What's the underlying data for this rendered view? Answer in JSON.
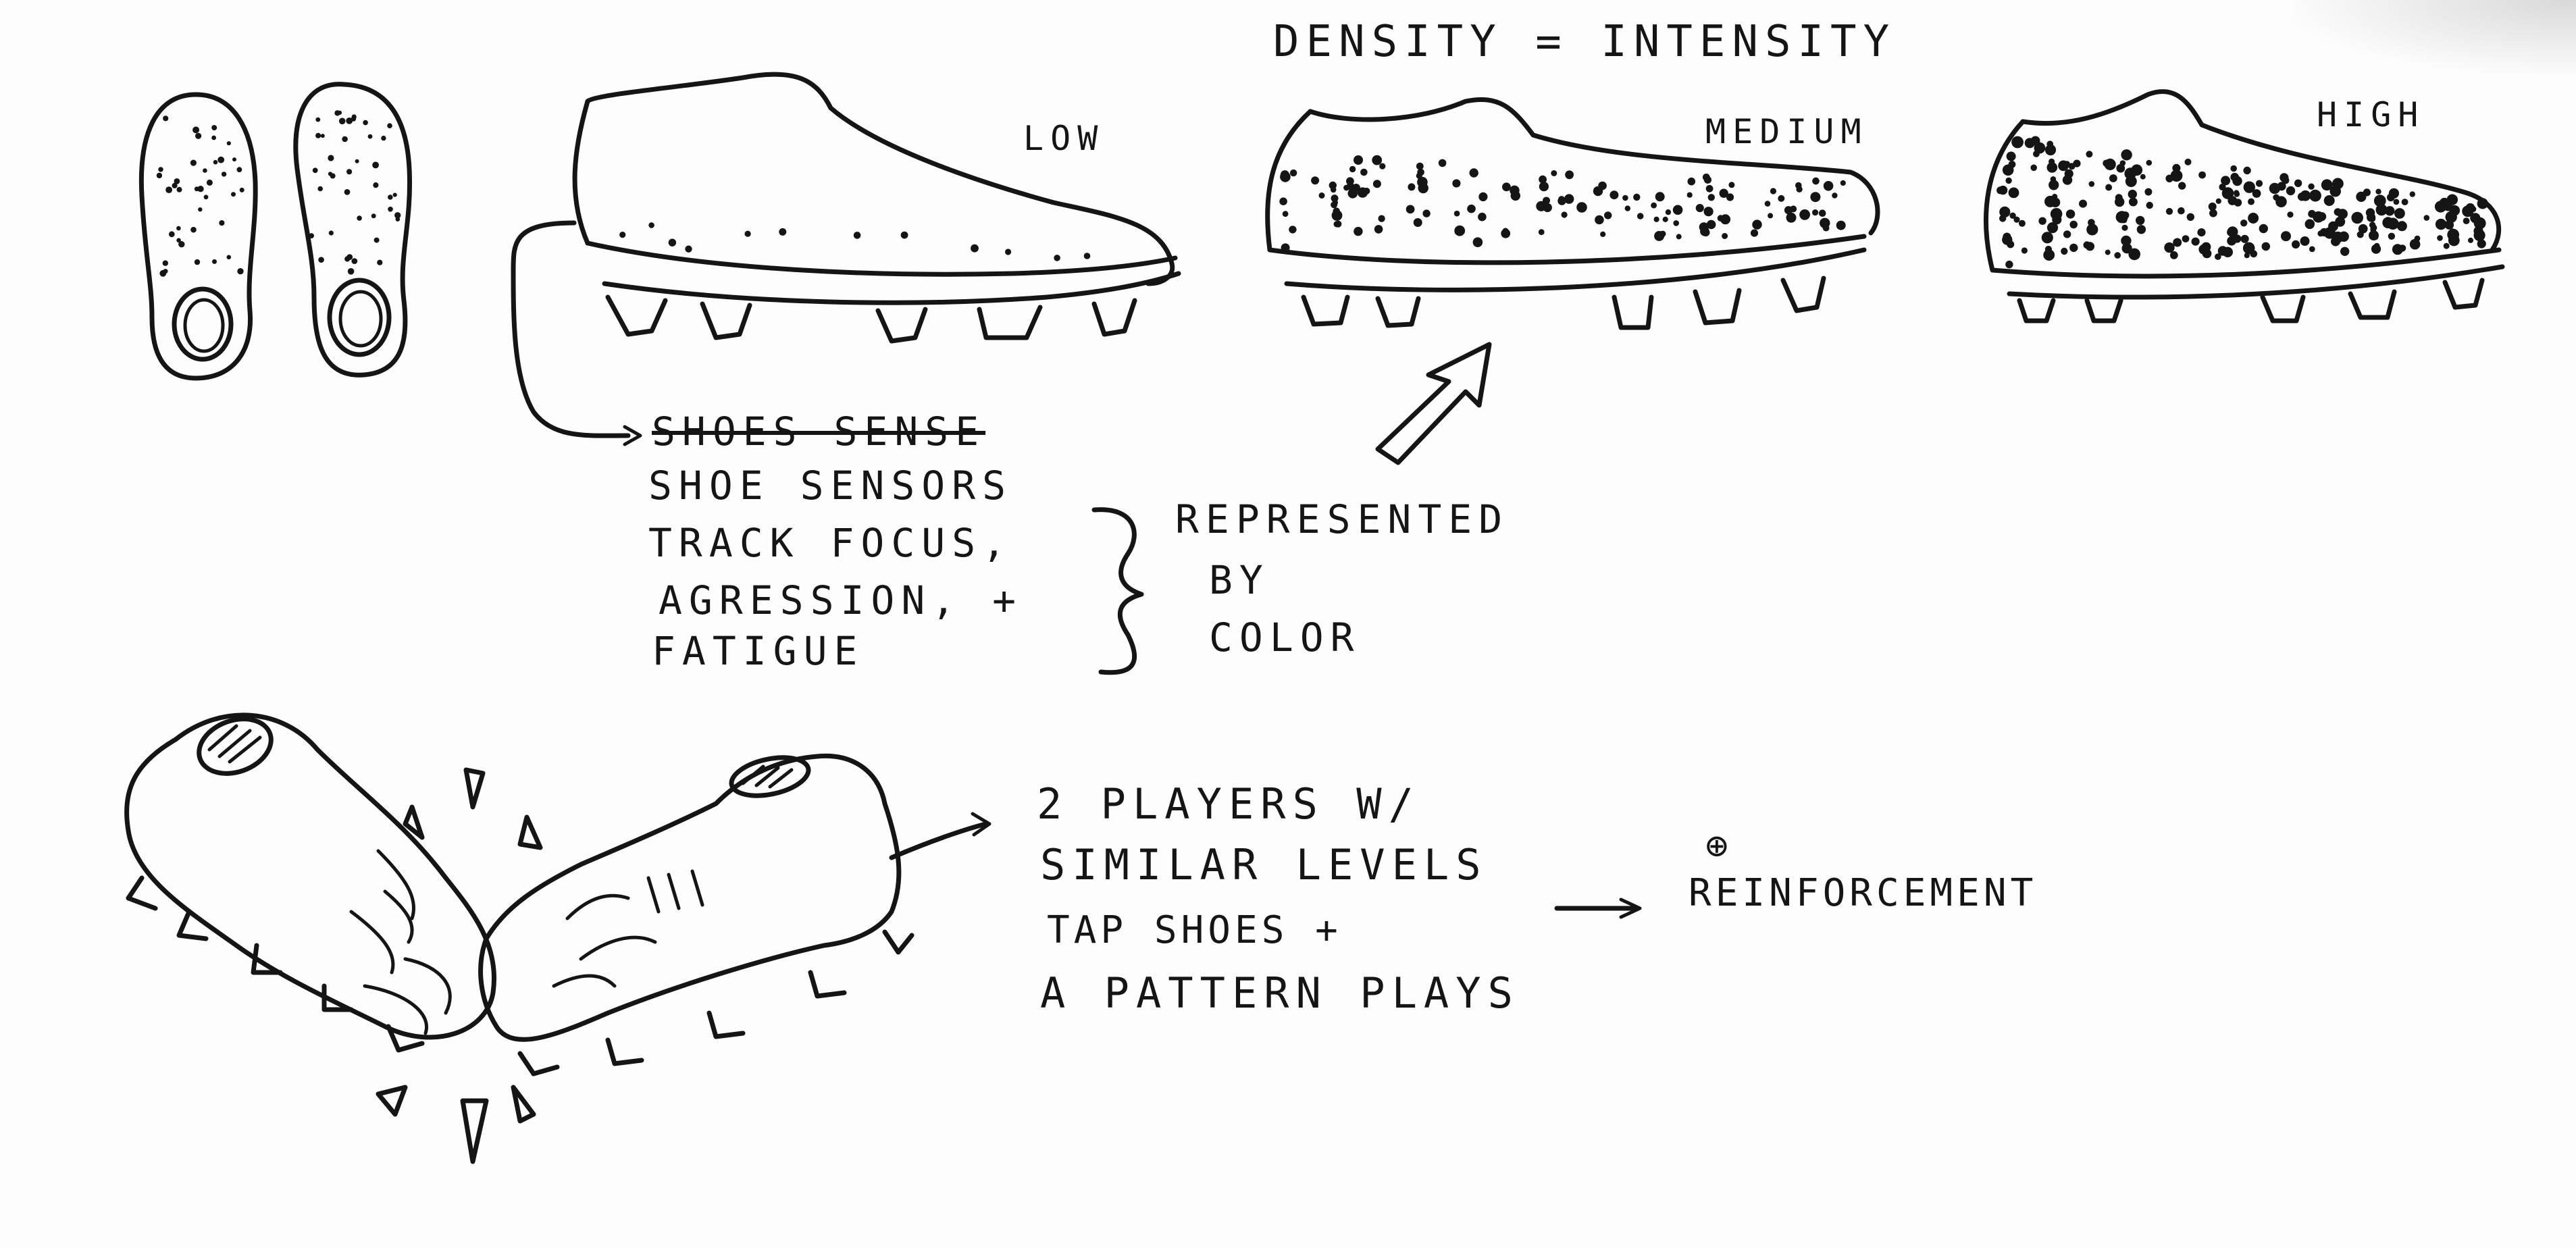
{
  "title": "DENSITY = INTENSITY",
  "levels": {
    "low": "LOW",
    "medium": "MEDIUM",
    "high": "HIGH"
  },
  "sensors_note": {
    "struck": "SHOES SENSE",
    "line1": "SHOE SENSORS",
    "line2": "TRACK FOCUS,",
    "line3": "AGRESSION, +",
    "line4": "FATIGUE"
  },
  "color_note": {
    "line1": "REPRESENTED",
    "line2": "BY",
    "line3": "COLOR"
  },
  "players_note": {
    "line1": "2 PLAYERS W/",
    "line2": "SIMILAR LEVELS",
    "line3": "TAP SHOES +",
    "line4": "A PATTERN PLAYS"
  },
  "reinforcement": {
    "symbol": "⊕",
    "label": "REINFORCEMENT"
  },
  "colors": {
    "ink": "#151515",
    "paper": "#fdfdfd"
  }
}
